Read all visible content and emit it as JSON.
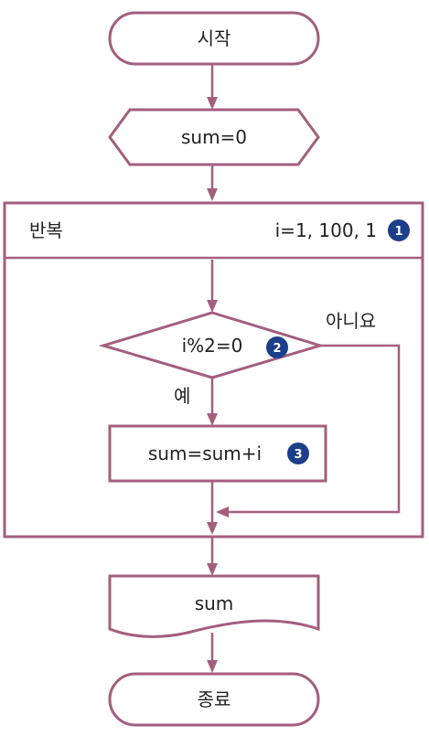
{
  "flowchart": {
    "start": "시작",
    "init": "sum=0",
    "loop": {
      "title": "반복",
      "range": "i=1, 100, 1",
      "badge": "1"
    },
    "condition": {
      "text": "i%2=0",
      "badge": "2",
      "yes_label": "예",
      "no_label": "아니요"
    },
    "process": {
      "text": "sum=sum+i",
      "badge": "3"
    },
    "output": "sum",
    "end": "종료"
  },
  "colors": {
    "stroke": "#a45e7e",
    "badge": "#1d3f8a"
  }
}
